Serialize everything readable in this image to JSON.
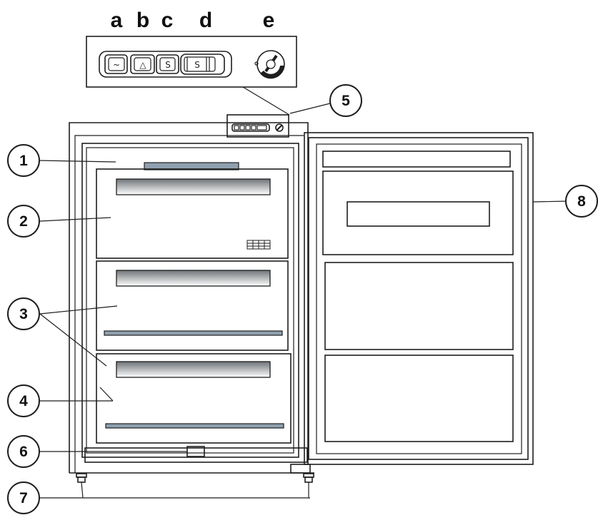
{
  "control_panel": {
    "letters": [
      "a",
      "b",
      "c",
      "d",
      "e"
    ],
    "buttons": [
      {
        "glyph": "~",
        "icon": "power-wave-icon"
      },
      {
        "glyph": "△",
        "icon": "alarm-triangle-icon"
      },
      {
        "glyph": "S",
        "icon": "super-freeze-icon"
      },
      {
        "glyph": "S",
        "icon": "super-freeze-switch-icon"
      }
    ],
    "knob_icon": "thermostat-dial-icon"
  },
  "callouts": [
    "1",
    "2",
    "3",
    "4",
    "5",
    "6",
    "7",
    "8"
  ],
  "colors": {
    "line": "#1e1e1e",
    "bar_fill": "#8fa0ae",
    "handle_gradient_start": "#6f7478",
    "handle_gradient_end": "#ffffff"
  }
}
